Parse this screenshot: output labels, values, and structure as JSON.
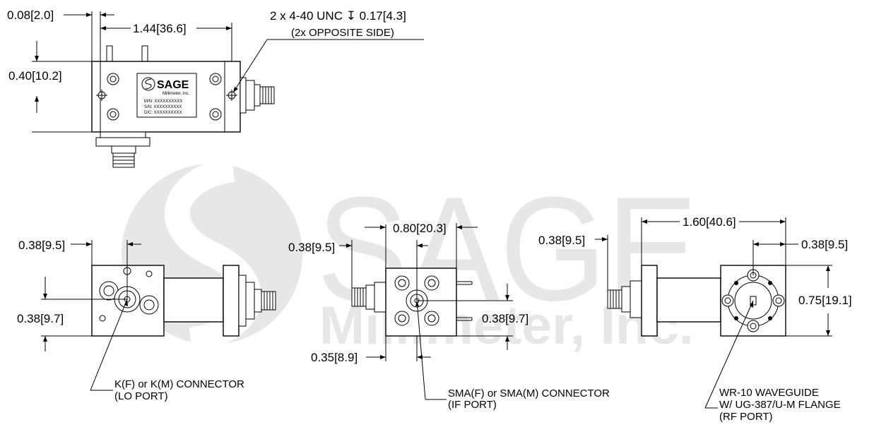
{
  "watermark": {
    "brand": "SAGE",
    "sub": "Millimeter, Inc."
  },
  "label_plate": {
    "brand": "SAGE",
    "sub": "Millimeter, Inc.",
    "line1": "M/N: XXXXXXXXXX",
    "line2": "S/N: XXXXXXXXXX",
    "line3": "D/C: XXXXXXXXXX"
  },
  "top_view": {
    "dim_offset": "0.08[2.0]",
    "dim_length": "1.44[36.6]",
    "dim_height": "0.40[10.2]",
    "thread_note": "2 x 4-40 UNC  ↧ 0.17[4.3]",
    "thread_note_sub": "(2x OPPOSITE SIDE)"
  },
  "lo_view": {
    "dim_horizontal": "0.38[9.5]",
    "dim_vertical": "0.38[9.7]",
    "callout": "K(F) or K(M) CONNECTOR",
    "callout_sub": "(LO PORT)"
  },
  "if_view": {
    "dim_left": "0.38[9.5]",
    "dim_top": "0.80[20.3]",
    "dim_right": "0.38[9.7]",
    "dim_bottom": "0.35[8.9]",
    "callout": "SMA(F) or SMA(M) CONNECTOR",
    "callout_sub": "(IF PORT)"
  },
  "rf_view": {
    "dim_left": "0.38[9.5]",
    "dim_width": "1.60[40.6]",
    "dim_right": "0.38[9.5]",
    "dim_height": "0.75[19.1]",
    "callout_line1": "WR-10 WAVEGUIDE",
    "callout_line2": "W/ UG-387/U-M FLANGE",
    "callout_line3": "(RF PORT)"
  }
}
